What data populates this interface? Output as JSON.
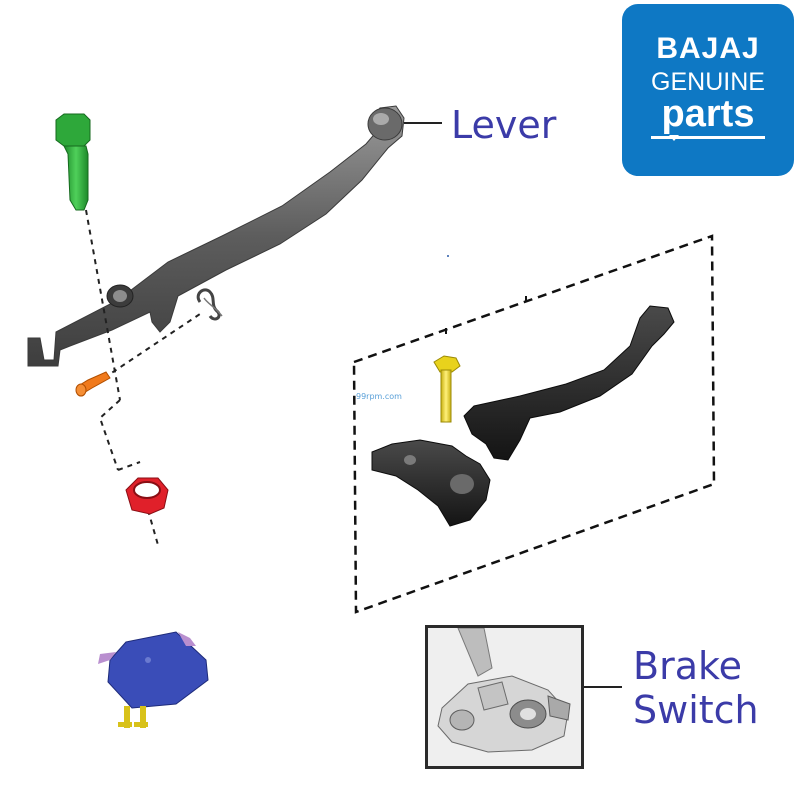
{
  "logo": {
    "brand": "BAJAJ",
    "line2": "GENUINE",
    "line3": "parts"
  },
  "labels": {
    "lever": "Lever",
    "brake_switch_line1": "Brake",
    "brake_switch_line2": "Switch"
  },
  "watermark": "99rpm.com",
  "colors": {
    "label_text": "#3b3ba8",
    "logo_background": "#0e78c4",
    "bolt": "#2ea83a",
    "pin": "#f07a1c",
    "nut": "#e0202a",
    "switch_body": "#3a4db8",
    "screw": "#e8d21c"
  }
}
